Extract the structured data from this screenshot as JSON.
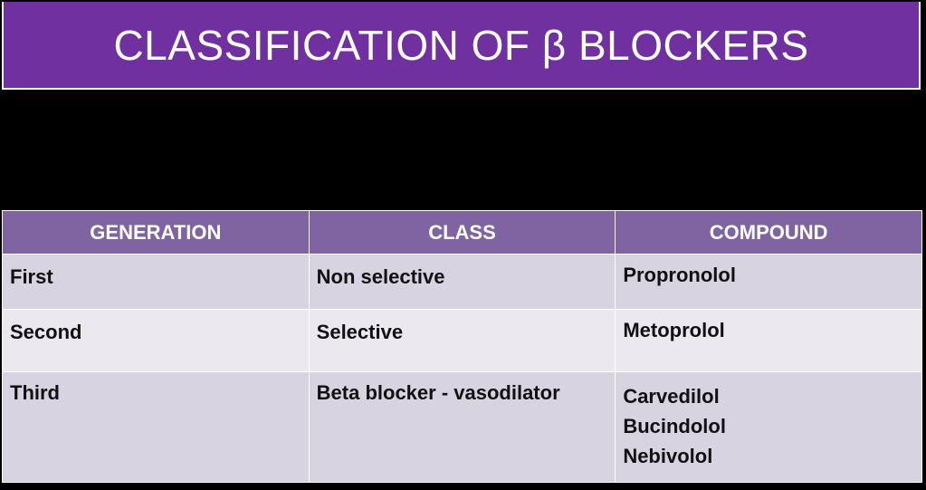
{
  "title": "CLASSIFICATION OF β BLOCKERS",
  "table": {
    "headers": [
      "GENERATION",
      "CLASS",
      "COMPOUND"
    ],
    "rows": [
      {
        "generation": "First",
        "class": "Non selective",
        "compounds": [
          "Propronolol"
        ]
      },
      {
        "generation": "Second",
        "class": "Selective",
        "compounds": [
          "Metoprolol"
        ]
      },
      {
        "generation": "Third",
        "class": "Beta blocker - vasodilator",
        "compounds": [
          "Carvedilol",
          "Bucindolol",
          "Nebivolol"
        ]
      }
    ]
  },
  "colors": {
    "title_bg": "#7030a0",
    "header_bg": "#8064a2",
    "row_odd_bg": "#d8d3e1",
    "row_even_bg": "#ebe8f0",
    "background": "#000000"
  }
}
